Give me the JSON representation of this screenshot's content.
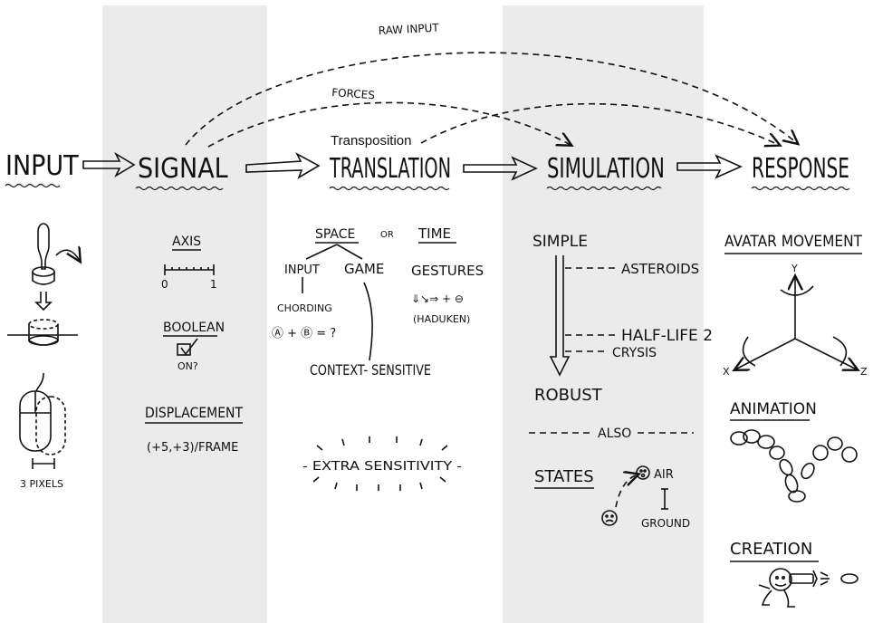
{
  "stages": {
    "input": "INPUT",
    "signal": "SIGNAL",
    "translation": "TRANSLATION",
    "simulation": "SIMULATION",
    "response": "RESPONSE"
  },
  "arcs": {
    "raw_input": "RAW INPUT",
    "forces": "FORCES",
    "transposition": "Transposition"
  },
  "input_col": {
    "pixels": "3 PIXELS"
  },
  "signal_col": {
    "axis": "AXIS",
    "axis_zero": "0",
    "axis_one": "1",
    "boolean": "BOOLEAN",
    "on": "ON?",
    "displacement": "DISPLACEMENT",
    "displacement_value": "(+5,+3)/FRAME"
  },
  "translation_col": {
    "space": "SPACE",
    "or": "OR",
    "time": "TIME",
    "input": "INPUT",
    "game": "GAME",
    "gestures": "GESTURES",
    "chording": "CHORDING",
    "chord_formula": "Ⓐ + Ⓑ = ?",
    "gesture_formula": "⇓↘⇒ + ⊖",
    "haduken": "(HADUKEN)",
    "context": "CONTEXT- SENSITIVE",
    "extra": "- EXTRA SENSITIVITY -"
  },
  "simulation_col": {
    "simple": "SIMPLE",
    "asteroids": "ASTEROIDS",
    "halflife": "HALF-LIFE 2",
    "crysis": "CRYSIS",
    "robust": "ROBUST",
    "also": "ALSO",
    "states": "STATES",
    "air": "AIR",
    "ground": "GROUND"
  },
  "response_col": {
    "avatar_movement": "AVATAR MOVEMENT",
    "axis_y": "Y",
    "axis_x": "X",
    "axis_z": "Z",
    "animation": "ANIMATION",
    "creation": "CREATION"
  }
}
